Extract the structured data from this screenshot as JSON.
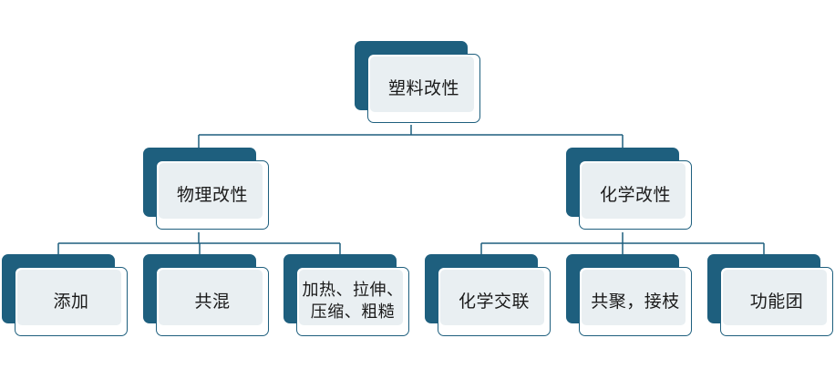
{
  "colors": {
    "shadow": "#1e5f7e",
    "card_fill": "#e9eff2",
    "connector": "#1e5f7e",
    "text": "#1a1a1a"
  },
  "root": {
    "label": "塑料改性"
  },
  "branches": [
    {
      "label": "物理改性",
      "children": [
        {
          "label": "添加"
        },
        {
          "label": "共混"
        },
        {
          "label": "加热、拉伸、压缩、粗糙"
        }
      ]
    },
    {
      "label": "化学改性",
      "children": [
        {
          "label": "化学交联"
        },
        {
          "label": "共聚，接枝"
        },
        {
          "label": "功能团"
        }
      ]
    }
  ]
}
